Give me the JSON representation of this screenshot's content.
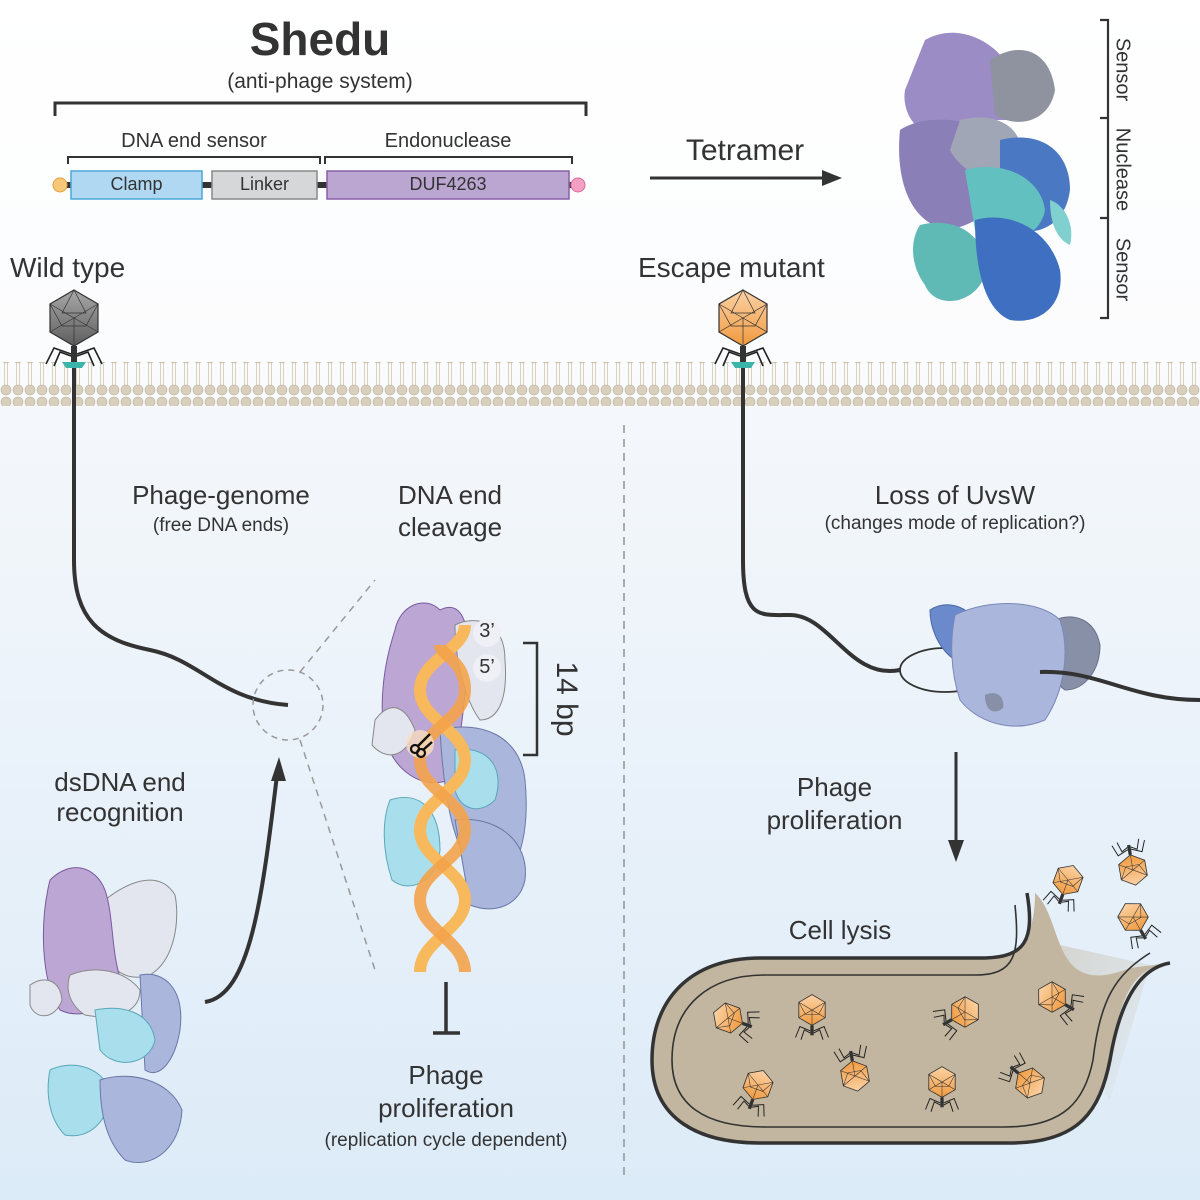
{
  "header": {
    "title": "Shedu",
    "subtitle": "(anti-phage system)"
  },
  "domain_map": {
    "group_labels": [
      "DNA end sensor",
      "Endonuclease"
    ],
    "domains": [
      {
        "label": "Clamp",
        "color": "#b0d8f2",
        "border": "#4aa7d8"
      },
      {
        "label": "Linker",
        "color": "#d6d7d9",
        "border": "#888888"
      },
      {
        "label": "DUF4263",
        "color": "#bba6d2",
        "border": "#8a5fa8"
      }
    ],
    "n_terminus_color": "#f9c77a",
    "c_terminus_color": "#f3a0c4"
  },
  "tetramer": {
    "arrow_label": "Tetramer",
    "bracket_labels": [
      "Sensor",
      "Nuclease",
      "Sensor"
    ]
  },
  "wild_type": {
    "label": "Wild type",
    "genome_label": "Phage-genome",
    "genome_sublabel": "(free DNA ends)",
    "recognition_label": [
      "dsDNA end",
      "recognition"
    ],
    "cleavage_label": [
      "DNA end",
      "cleavage"
    ],
    "end_labels": [
      "3’",
      "5’"
    ],
    "bp_label": "14 bp",
    "outcome_label": [
      "Phage",
      "proliferation"
    ],
    "outcome_sublabel": "(replication cycle dependent)"
  },
  "escape_mutant": {
    "label": "Escape mutant",
    "mechanism_label": "Loss of UvsW",
    "mechanism_sublabel": "(changes mode of replication?)",
    "outcome_label": [
      "Phage",
      "proliferation"
    ],
    "lysis_label": "Cell lysis"
  },
  "colors": {
    "phage_wild_type": "#8a8a8a",
    "phage_escape": "#f4a04a",
    "membrane": "#d9d2c0",
    "cell": "#c2b6a0",
    "dna_helix": "#f8b85c",
    "protein_purple": "#bca6d4",
    "protein_lavender": "#aab6dc",
    "protein_cyan": "#a9dfec",
    "protein_light": "#e4e6ef",
    "uvsw_blue": "#6a8acc",
    "text": "#333333"
  }
}
